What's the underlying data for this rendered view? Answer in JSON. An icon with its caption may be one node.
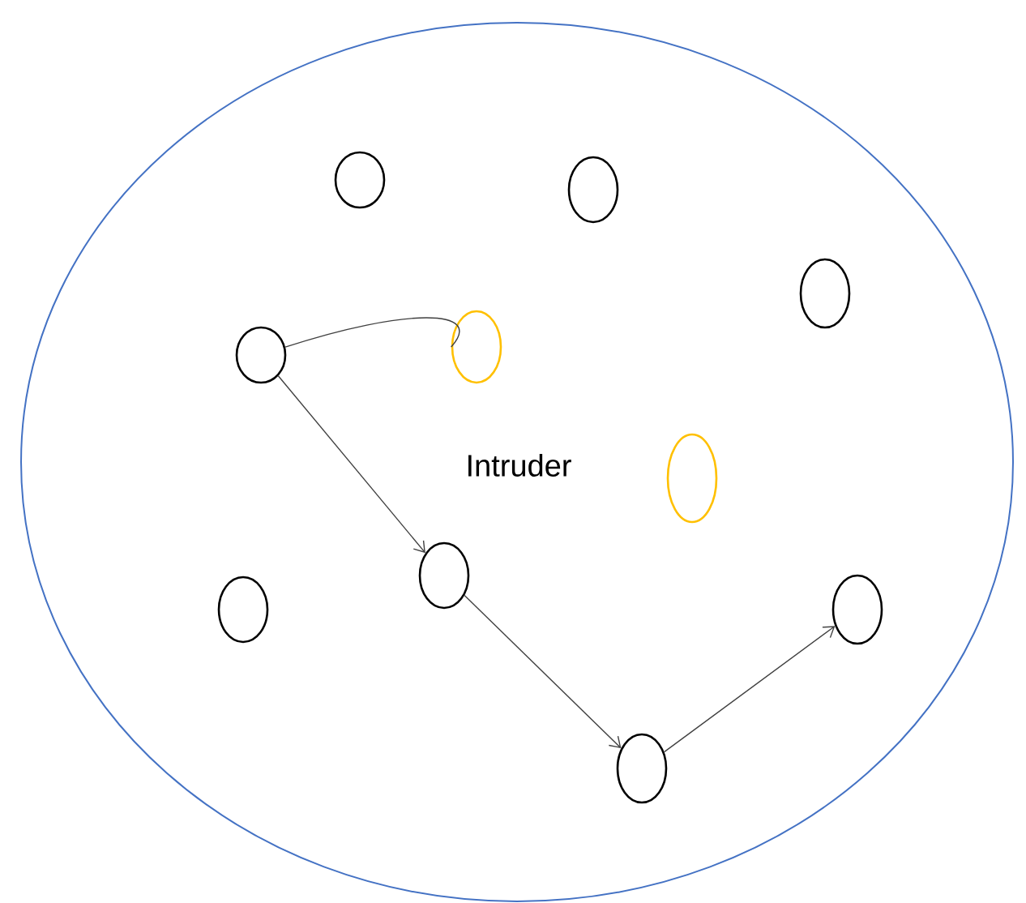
{
  "diagram": {
    "nodes": [
      {
        "text": [],
        "shape": "circle"
      },
      {
        "text": [],
        "shape": "circle",
        "in": 0
      },
      {
        "text": [],
        "shape": "circle",
        "in": 0
      },
      {
        "text": [],
        "shape": "circle",
        "in": 0
      },
      {
        "text": [],
        "shape": "circle",
        "in": 0
      },
      {
        "text": [],
        "shape": "circle",
        "in": 0
      },
      {
        "text": [],
        "shape": "circle",
        "in": 0
      },
      {
        "text": [],
        "shape": "circle",
        "in": 0
      },
      {
        "text": [],
        "shape": "circle",
        "in": 0
      },
      {
        "text": [],
        "shape": "circle",
        "in": 0
      },
      {
        "text": [],
        "shape": "circle",
        "in": 0
      }
    ],
    "edges": [
      {
        "from": 4,
        "to": 5,
        "arrow": "none"
      },
      {
        "from": 4,
        "to": 8,
        "arrow": "to"
      },
      {
        "from": 8,
        "to": 10,
        "arrow": "to"
      },
      {
        "from": 10,
        "to": 9,
        "arrow": "to"
      }
    ],
    "labels": [
      "Intruder"
    ]
  }
}
